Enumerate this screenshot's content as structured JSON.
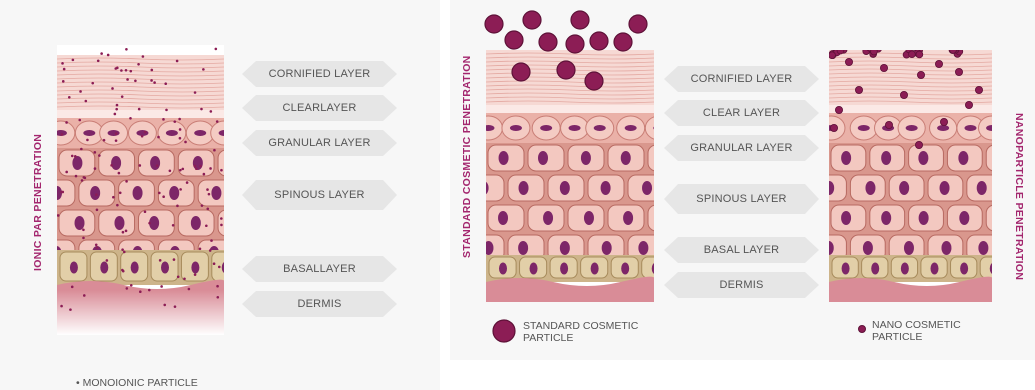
{
  "panels": [
    {
      "side_label": "IONIC PAR PENETRATION",
      "layers": [
        "CORNIFIED LAYER",
        "CLEARLAYER",
        "GRANULAR LAYER",
        "SPINOUS LAYER",
        "BASALLAYER",
        "DERMIS"
      ],
      "legend": "• MONOIONIC PARTICLE"
    },
    {
      "side_label": "STANDARD COSMETIC PENETRATION",
      "layers": [
        "CORNIFIED LAYER",
        "CLEAR LAYER",
        "GRANULAR LAYER",
        "SPINOUS LAYER",
        "BASAL LAYER",
        "DERMIS"
      ],
      "legend_line1": "STANDARD COSMETIC",
      "legend_line2": "PARTICLE"
    },
    {
      "side_label": "NANOPARTICLE PENETRATION",
      "legend_line1": "NANO COSMETIC",
      "legend_line2": "PARTICLE"
    }
  ],
  "colors": {
    "accent": "#a3266e",
    "particle": "#8c1d55",
    "arrow": "#e6e6e6",
    "cornified": "#f6d9d4",
    "cell": "#f3c8c0",
    "nucleus": "#7d2668",
    "dermis": "#d98c97"
  },
  "icons": [
    "particle-dot-icon",
    "skin-cross-section"
  ]
}
